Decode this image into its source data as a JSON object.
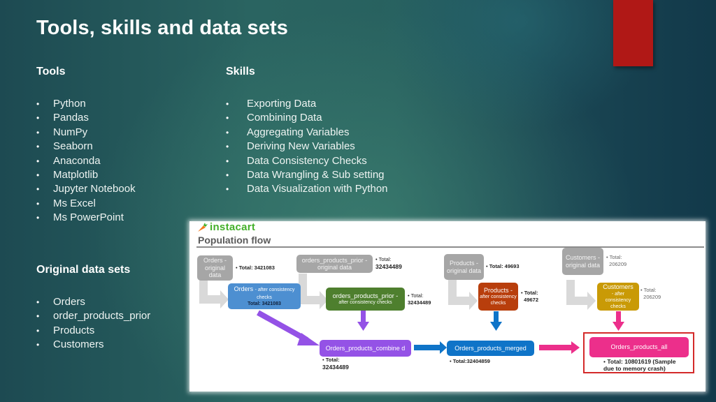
{
  "slide": {
    "title": "Tools, skills and data sets",
    "accent_color": "#b01816"
  },
  "tools": {
    "heading": "Tools",
    "items": [
      "Python",
      "Pandas",
      "NumPy",
      "Seaborn",
      "Anaconda",
      "Matplotlib",
      "Jupyter Notebook",
      "Ms Excel",
      "Ms PowerPoint"
    ]
  },
  "skills": {
    "heading": "Skills",
    "items": [
      "Exporting Data",
      "Combining Data",
      "Aggregating Variables",
      "Deriving New Variables",
      "Data Consistency Checks",
      "Data Wrangling & Sub setting",
      "Data Visualization with Python"
    ]
  },
  "datasets": {
    "heading": "Original data sets",
    "items": [
      "Orders",
      "order_products_prior",
      "Products",
      "Customers"
    ]
  },
  "diagram": {
    "logo": "instacart",
    "title": "Population flow",
    "nodes": {
      "orders_original": {
        "label": "Orders - original data",
        "total_label": "Total:",
        "total": "3421083",
        "color": "#a6a6a6"
      },
      "orders_checked": {
        "label": "Orders",
        "sub": "- after consistency checks",
        "total_label": "Total:",
        "total": "3421083",
        "color": "#4d8fd1"
      },
      "opp_original": {
        "label": "orders_products_prior - original data",
        "total_label": "Total:",
        "total": "32434489",
        "color": "#a6a6a6"
      },
      "opp_checked": {
        "label": "orders_products_prior -",
        "sub": "after consistency checks",
        "total_label": "Total:",
        "total": "32434489",
        "color": "#4e7f2e"
      },
      "products_original": {
        "label": "Products - original data",
        "total_label": "Total:",
        "total": "49693",
        "color": "#a6a6a6"
      },
      "products_checked": {
        "label": "Products -",
        "sub": "after consistency checks",
        "total_label": "Total:",
        "total": "49672",
        "color": "#b83e0c"
      },
      "customers_original": {
        "label": "Customers - original data",
        "total_label": "Total:",
        "total": "206209",
        "color": "#a6a6a6"
      },
      "customers_checked": {
        "label": "Customers",
        "sub": "- after consistency checks",
        "total_label": "Total:",
        "total": "206209",
        "color": "#c99a06"
      },
      "combined": {
        "label": "Orders_products_combine d",
        "total_label": "Total:",
        "total": "32434489",
        "color": "#9452e6"
      },
      "merged": {
        "label": "Orders_products_merged",
        "total_label": "Total:",
        "total": "32404859",
        "color": "#0f74c8"
      },
      "all": {
        "label": "Orders_products_all",
        "total_label": "Total:",
        "total": "10801619 (Sample due to memory crash)",
        "color": "#ec2f8b"
      }
    }
  }
}
